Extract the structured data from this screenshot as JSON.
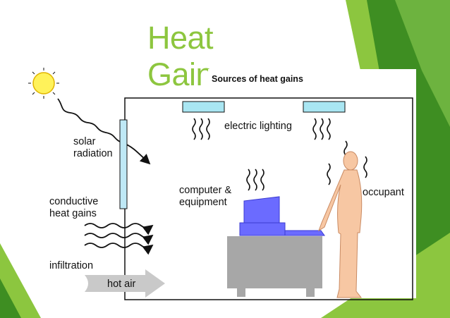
{
  "slide": {
    "title_line1": "Heat",
    "title_line2": "Gain"
  },
  "figure": {
    "caption": "Sources of heat gains",
    "labels": {
      "solar_radiation": "solar\nradiation",
      "conductive_heat_gains": "conductive\nheat gains",
      "infiltration": "infiltration",
      "hot_air": "hot air",
      "electric_lighting": "electric lighting",
      "computer_equipment": "computer &\nequipment",
      "occupant": "occupant"
    }
  },
  "colors": {
    "title_green": "#8dc63f",
    "accent_green_dark": "#3e8e22",
    "accent_green_light": "#8cc63f",
    "sun_fill": "#fff25a",
    "window_fill": "#bfe9f6",
    "light_fixture": "#a9e6f2",
    "computer_blue": "#6b6bff",
    "desk_gray": "#a7a7a7",
    "person_skin": "#f7c7a3",
    "hot_air_arrow": "#c9c9c9"
  }
}
